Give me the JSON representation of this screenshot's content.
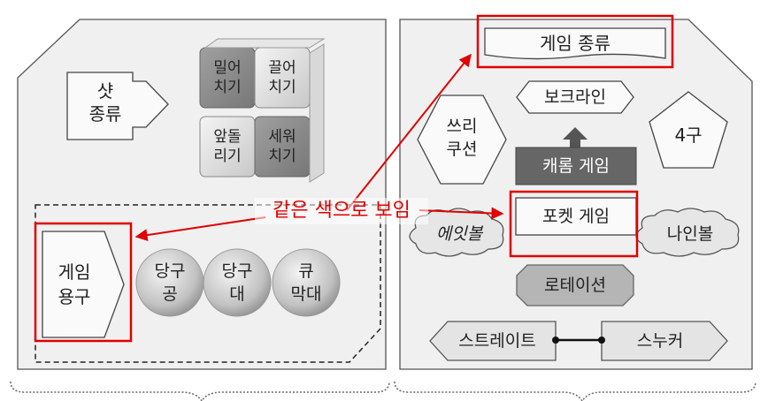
{
  "left_panel": {
    "shot_types": "샷\n종류",
    "tiles": [
      "밀어\n치기",
      "끌어\n치기",
      "앞돌\n리기",
      "세워\n치기"
    ],
    "equipment": "게임\n용구",
    "balls": [
      "당구\n공",
      "당구\n대",
      "큐\n막대"
    ]
  },
  "right_panel": {
    "game_types": "게임 종류",
    "bocrine": "보크라인",
    "three_cushion": "쓰리\n쿠션",
    "four_ball": "4구",
    "carom": "캐롬 게임",
    "pocket": "포켓 게임",
    "eight_ball": "에잇볼",
    "nine_ball": "나인볼",
    "rotation": "로테이션",
    "straight": "스트레이트",
    "snooker": "스누커"
  },
  "annotation": "같은 색으로 보임",
  "colors": {
    "highlight": "#e00000",
    "panel": "#f0f0f0"
  }
}
